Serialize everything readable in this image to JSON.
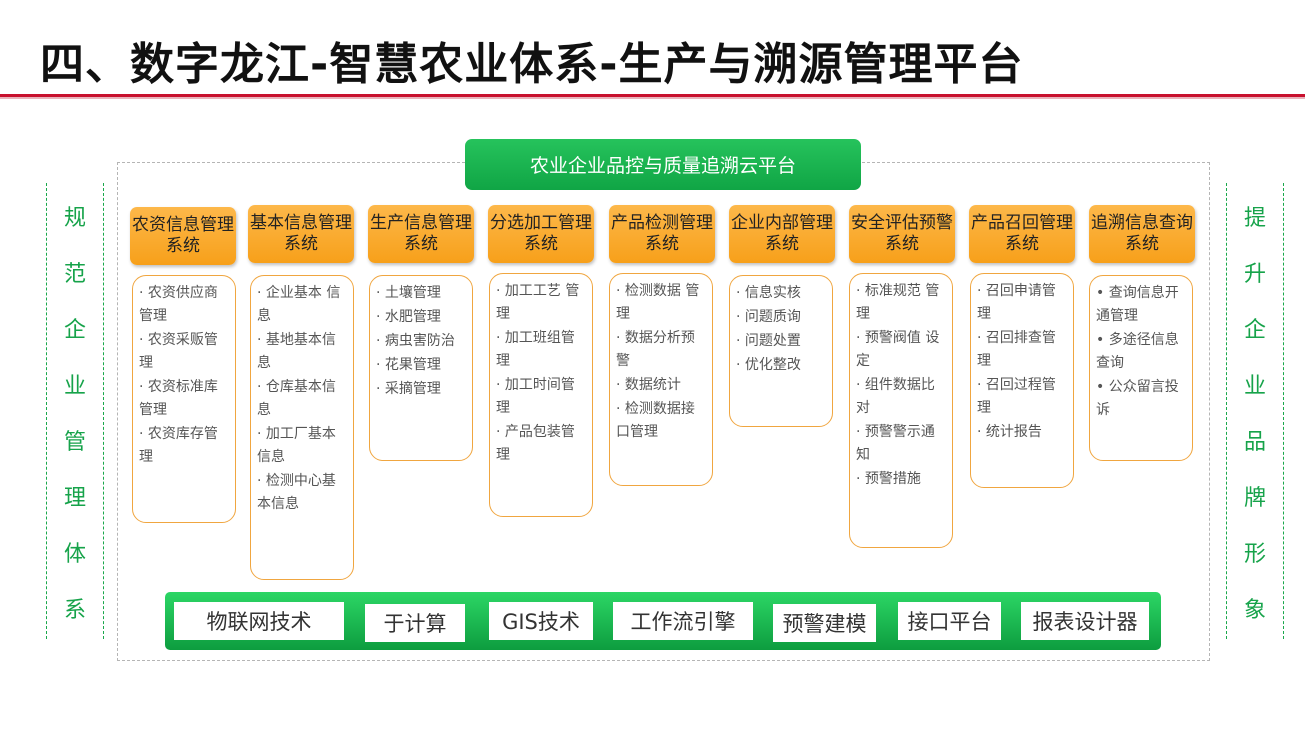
{
  "title": "四、数字龙江-智慧农业体系-生产与溯源管理平台",
  "banner": "农业企业品控与质量追溯云平台",
  "left_side": [
    "规",
    "范",
    "企",
    "业",
    "管",
    "理",
    "体",
    "系"
  ],
  "right_side": [
    "提",
    "升",
    "企",
    "业",
    "品",
    "牌",
    "形",
    "象"
  ],
  "modules": [
    {
      "header": "农资信息管理系统",
      "items": [
        "· 农资供应商 管理",
        "· 农资采贩管理",
        "· 农资标准库 管理",
        "· 农资库存管 理"
      ]
    },
    {
      "header": "基本信息管理系统",
      "items": [
        "· 企业基本 信息",
        "· 基地基本信 息",
        "· 仓库基本信 息",
        "· 加工厂基本 信息",
        "· 检测中心基本信息"
      ]
    },
    {
      "header": "生产信息管理系统",
      "items": [
        "· 土壤管理",
        "· 水肥管理",
        "· 病虫害防治",
        "· 花果管理",
        "· 采摘管理"
      ]
    },
    {
      "header": "分选加工管理系统",
      "items": [
        "· 加工工艺 管理",
        "· 加工班组管 理",
        "· 加工时间管理",
        "· 产品包装管 理"
      ]
    },
    {
      "header": "产品检测管理系统",
      "items": [
        "· 检测数据 管理",
        "· 数据分析预 警",
        "· 数据统计",
        "· 检测数据接 口管理"
      ]
    },
    {
      "header": "企业内部管理系统",
      "items": [
        "· 信息实核",
        "· 问题质询",
        "· 问题处置",
        "· 优化整改"
      ]
    },
    {
      "header": "安全评估预警系统",
      "items": [
        "· 标准规范 管理",
        "· 预警阀值 设定",
        "· 组件数据比 对",
        "· 预警警示通 知",
        "· 预警措施"
      ]
    },
    {
      "header": "产品召回管理系统",
      "items": [
        "· 召回申请管理",
        "· 召回排查管理",
        "· 召回过程管理",
        "· 统计报告"
      ]
    },
    {
      "header": "追溯信息查询系统",
      "items": [
        "• 查询信息开通管理",
        "• 多途径信息查询",
        "• 公众留言投诉"
      ]
    }
  ],
  "tech": [
    "物联网技术",
    "于计算",
    "GIS技术",
    "工作流引擎",
    "预警建模",
    "接口平台",
    "报表设计器"
  ],
  "colors": {
    "accent_red": "#c8102e",
    "green": "#1db954",
    "orange": "#f7a01a"
  }
}
